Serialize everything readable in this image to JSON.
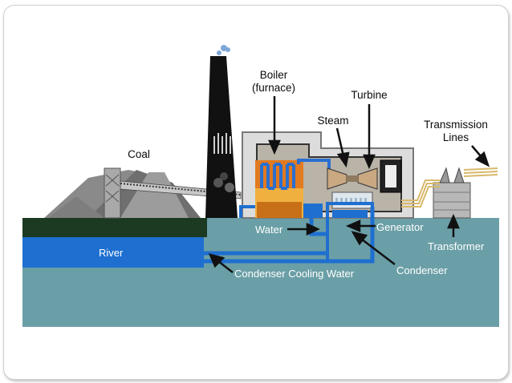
{
  "labels": {
    "boiler_line1": "Boiler",
    "boiler_line2": "(furnace)",
    "turbine": "Turbine",
    "steam": "Steam",
    "transmission_line1": "Transmission",
    "transmission_line2": "Lines",
    "coal": "Coal",
    "water": "Water",
    "generator": "Generator",
    "transformer": "Transformer",
    "river": "River",
    "condenser": "Condenser",
    "condenser_cooling_water": "Condenser Cooling Water"
  },
  "colors": {
    "ground": "#6b9fa7",
    "river": "#1e6fd0",
    "grass": "#1c3a22",
    "pipe_blue": "#2a6fd0",
    "building": "#dcdcdc",
    "steam_duct": "#b9b3a8",
    "transmission": "#d8b86a",
    "stack": "#111111"
  }
}
